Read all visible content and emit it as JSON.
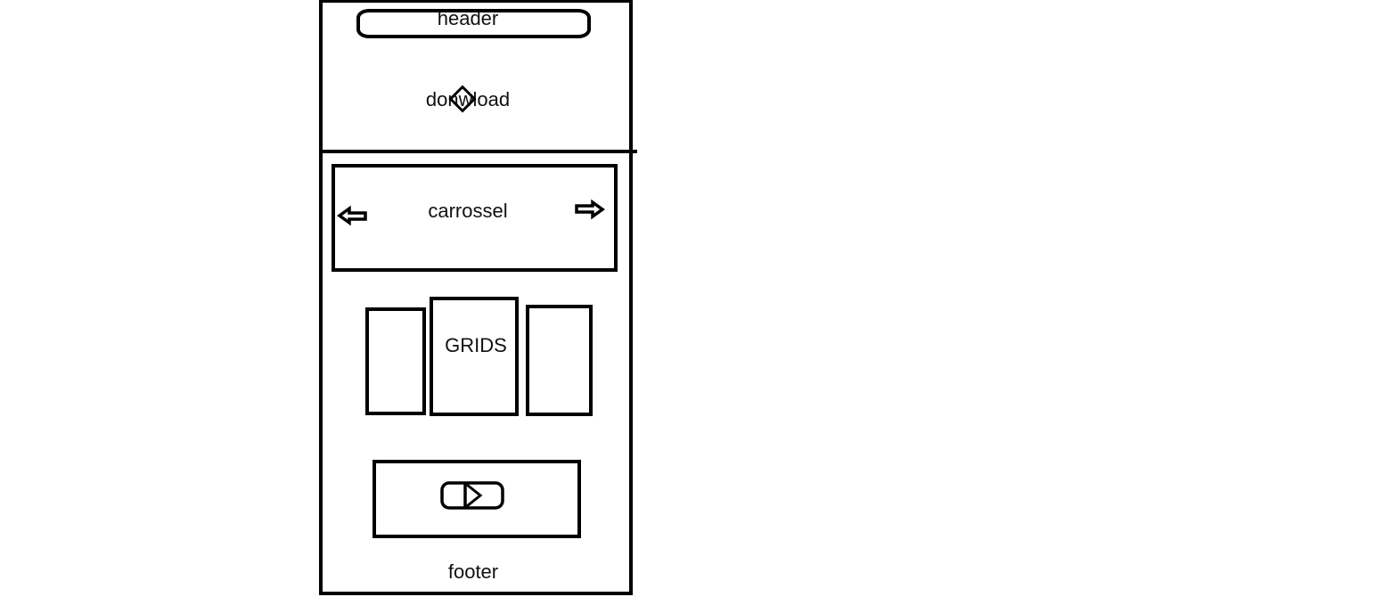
{
  "wireframe": {
    "header_label": "header",
    "download_label": "donwload",
    "carousel_label": "carrossel",
    "grids_label": "GRIDS",
    "footer_label": "footer"
  },
  "icons": {
    "download": "diamond-icon",
    "carousel_prev": "arrow-left-icon",
    "carousel_next": "arrow-right-icon",
    "player": "play-icon"
  },
  "colors": {
    "stroke": "#000000",
    "background": "#ffffff"
  }
}
